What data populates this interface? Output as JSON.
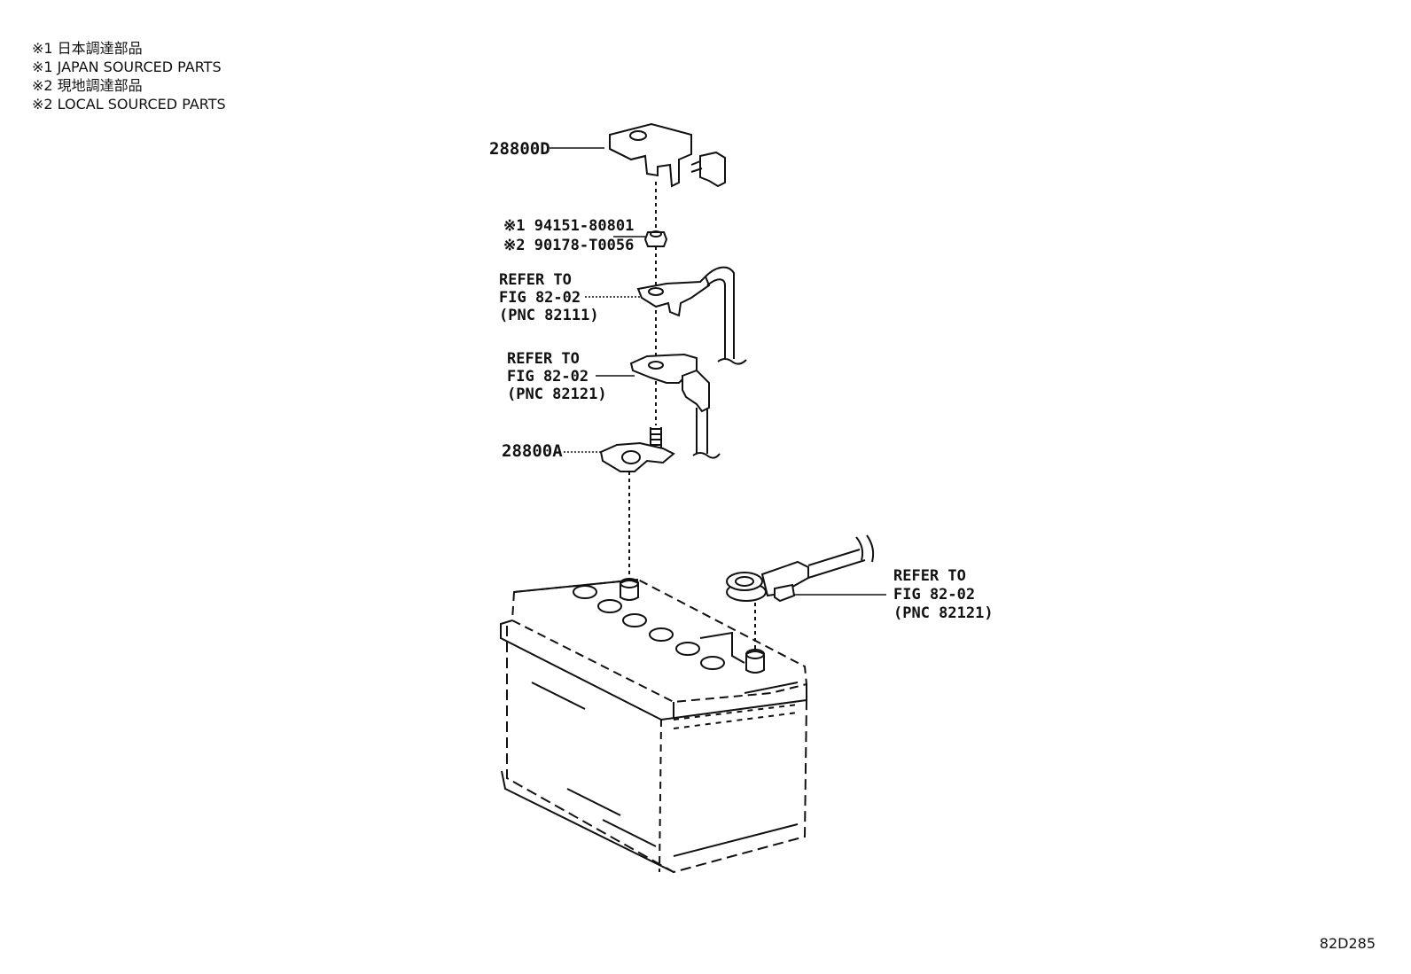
{
  "legend": [
    "※1 日本調達部品",
    "※1 JAPAN SOURCED PARTS",
    "※2 現地調達部品",
    "※2 LOCAL SOURCED PARTS"
  ],
  "parts": {
    "cover": "28800D",
    "nut_jp": "※1 94151-80801",
    "nut_local": "※2 90178-T0056",
    "clamp": "28800A"
  },
  "refs": {
    "ref1": [
      "REFER TO",
      "FIG 82-02",
      "(PNC 82111)"
    ],
    "ref2": [
      "REFER TO",
      "FIG 82-02",
      "(PNC 82121)"
    ],
    "ref3": [
      "REFER TO",
      "FIG 82-02",
      "(PNC 82121)"
    ]
  },
  "figure_code": "82D285"
}
